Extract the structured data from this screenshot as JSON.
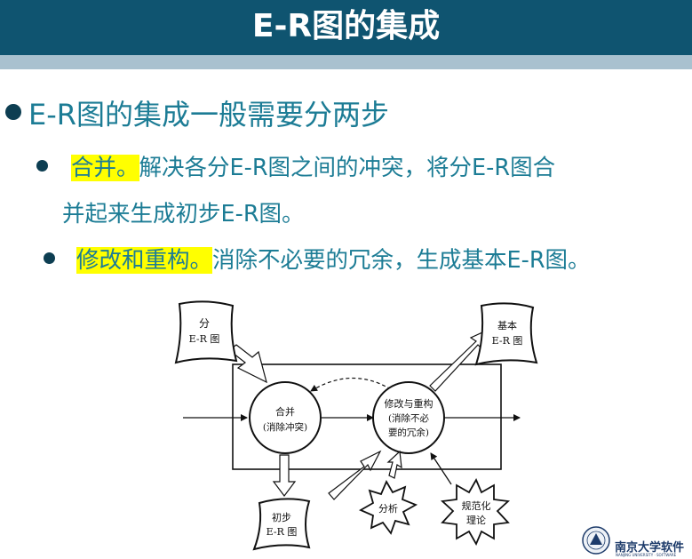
{
  "title": "E-R图的集成",
  "main_point": "E-R图的集成一般需要分两步",
  "steps": [
    {
      "highlight": "合并。",
      "text_line1": "解决各分E-R图之间的冲突，将分E-R图合",
      "text_line2": "并起来生成初步E-R图。"
    },
    {
      "highlight": "修改和重构。",
      "text_line1": "消除不必要的冗余，生成基本E-R图。"
    }
  ],
  "diagram": {
    "sub_er": [
      "分",
      "E-R 图"
    ],
    "merge": [
      "合并",
      "(消除冲突)"
    ],
    "initial_er": [
      "初步",
      "E-R 图"
    ],
    "refine": [
      "修改与重构",
      "(消除不必",
      "要的冗余)"
    ],
    "basic_er": [
      "基本",
      "E-R 图"
    ],
    "analysis": "分析",
    "normalization": [
      "规范化",
      "理论"
    ]
  },
  "logo": {
    "name": "南京大学软件",
    "subtitle": "NANJING UNIVERSITY · SOFTWARE"
  }
}
